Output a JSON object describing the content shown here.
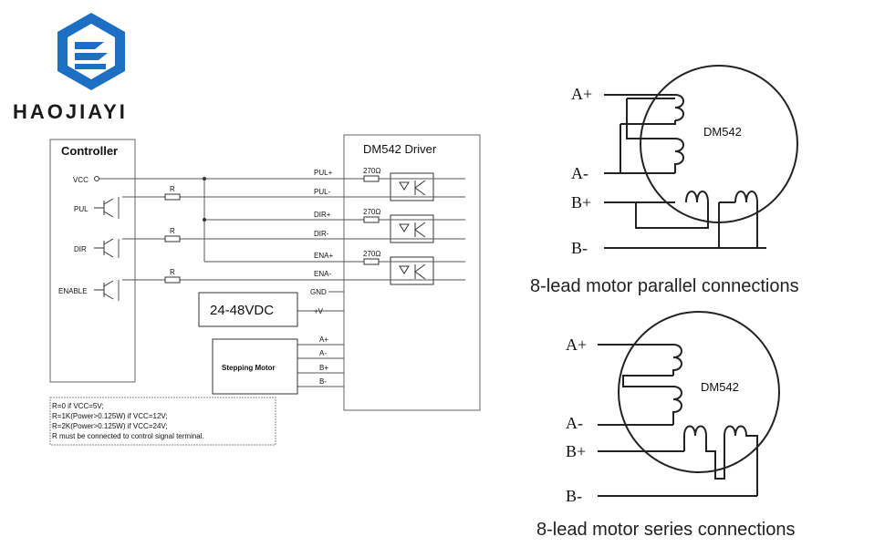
{
  "brand": {
    "name": "HAOJIAYI"
  },
  "wiring": {
    "controller_title": "Controller",
    "driver_title": "DM542 Driver",
    "vcc": "VCC",
    "pul": "PUL",
    "dir": "DIR",
    "enable": "ENABLE",
    "r": "R",
    "pul_plus": "PUL+",
    "pul_minus": "PUL-",
    "dir_plus": "DIR+",
    "dir_minus": "DIR-",
    "ena_plus": "ENA+",
    "ena_minus": "ENA-",
    "gnd": "GND",
    "vplus": "+V",
    "ohm": "270Ω",
    "power": "24-48VDC",
    "motor": "Stepping Motor",
    "a_plus": "A+",
    "a_minus": "A-",
    "b_plus": "B+",
    "b_minus": "B-",
    "notes": [
      "R=0 if VCC=5V;",
      "R=1K(Power>0.125W) if VCC=12V;",
      "R=2K(Power>0.125W) if VCC=24V;",
      "R must be connected to control signal terminal."
    ]
  },
  "parallel": {
    "caption": "8-lead motor parallel connections",
    "motor_label": "DM542",
    "a_plus": "A+",
    "a_minus": "A-",
    "b_plus": "B+",
    "b_minus": "B-"
  },
  "series": {
    "caption": "8-lead motor series connections",
    "motor_label": "DM542",
    "a_plus": "A+",
    "a_minus": "A-",
    "b_plus": "B+",
    "b_minus": "B-"
  }
}
